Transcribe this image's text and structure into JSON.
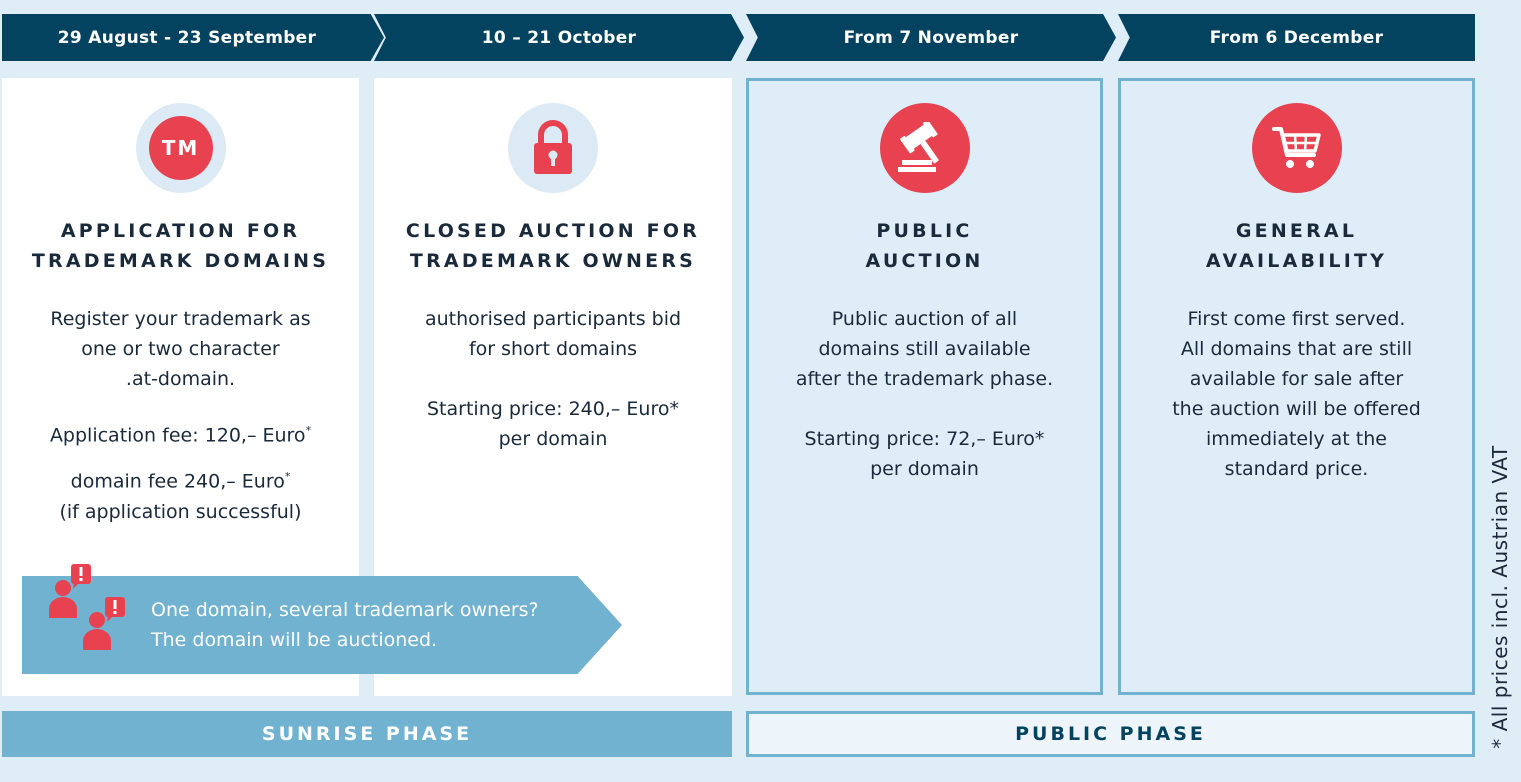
{
  "timeline": [
    {
      "label": "29 August - 23 September"
    },
    {
      "label": "10 – 21 October"
    },
    {
      "label": "From 7 November"
    },
    {
      "label": "From 6 December"
    }
  ],
  "cards": [
    {
      "icon": "tm-icon",
      "icon_text": "TM",
      "title_line1": "APPLICATION FOR",
      "title_line2": "TRADEMARK DOMAINS",
      "desc": [
        "Register your trademark as",
        "one or two character",
        ".at-domain."
      ],
      "fee1": "Application fee: 120,– Euro",
      "fee2": "domain fee 240,– Euro",
      "fee_note": "(if application successful)",
      "star": "*"
    },
    {
      "icon": "padlock-icon",
      "title_line1": "CLOSED AUCTION FOR",
      "title_line2": "TRADEMARK OWNERS",
      "desc": [
        "authorised participants bid",
        "for short domains"
      ],
      "price": "Starting price: 240,– Euro*",
      "price_note": "per domain"
    },
    {
      "icon": "gavel-icon",
      "title_line1": "PUBLIC",
      "title_line2": "AUCTION",
      "desc": [
        "Public auction of all",
        "domains still available",
        "after the trademark phase."
      ],
      "price": "Starting price: 72,– Euro*",
      "price_note": "per domain"
    },
    {
      "icon": "shopping-cart-icon",
      "title_line1": "GENERAL",
      "title_line2": "AVAILABILITY",
      "desc": [
        "First come first served.",
        "All domains that are still",
        "available for sale after",
        "the auction will be offered",
        "immediately at the",
        "standard price."
      ]
    }
  ],
  "callout": {
    "line1": "One domain, several trademark owners?",
    "line2": "The domain will be auctioned.",
    "icon": "people-alert-icon"
  },
  "phases": {
    "sunrise": "SUNRISE PHASE",
    "public": "PUBLIC PHASE"
  },
  "footnote": "* All prices incl. Austrian VAT",
  "colors": {
    "navy": "#044360",
    "accent_red": "#e8414f",
    "light_blue": "#70b2cf",
    "background": "#dfedf6"
  }
}
